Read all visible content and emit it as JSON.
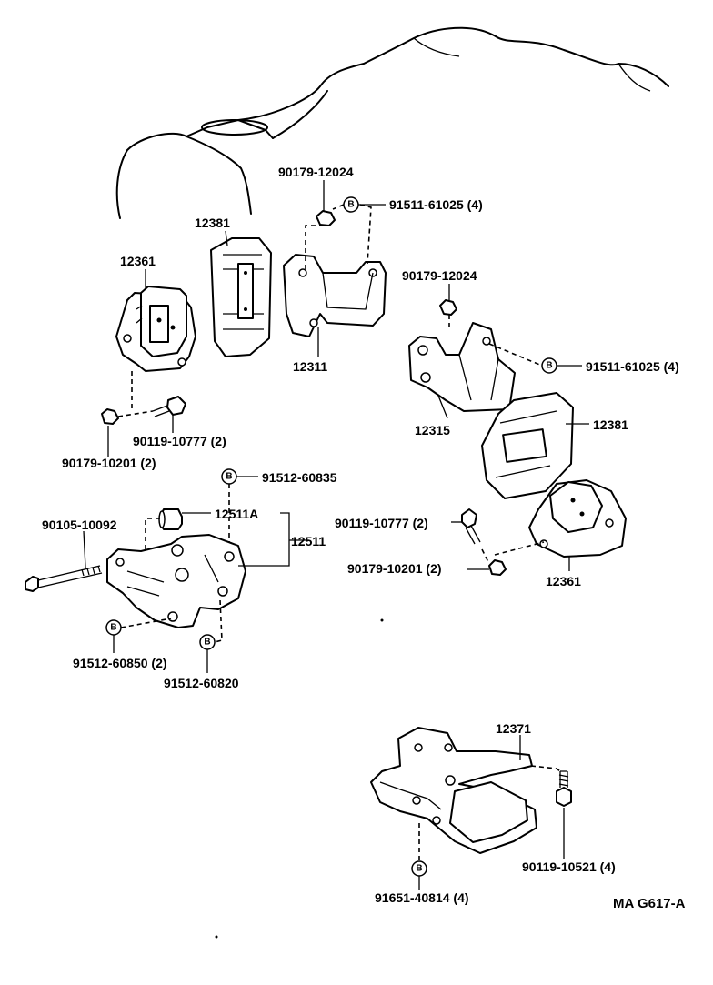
{
  "diagram": {
    "labels": {
      "p12361_left": "12361",
      "p12381_left": "12381",
      "p90179_12024_top": "90179-12024",
      "p91511_61025_top": "91511-61025 (4)",
      "p12311": "12311",
      "p90179_12024_mid": "90179-12024",
      "p91511_61025_right": "91511-61025 (4)",
      "p12315": "12315",
      "p12381_right": "12381",
      "p90119_10777_left": "90119-10777 (2)",
      "p90179_10201_left": "90179-10201 (2)",
      "p91512_60835": "91512-60835",
      "p12511A": "12511A",
      "p12511": "12511",
      "p90105_10092": "90105-10092",
      "p90119_10777_right": "90119-10777 (2)",
      "p90179_10201_right": "90179-10201 (2)",
      "p12361_right": "12361",
      "p91512_60850": "91512-60850 (2)",
      "p91512_60820": "91512-60820",
      "p12371": "12371",
      "p90119_10521": "90119-10521 (4)",
      "p91651_40814": "91651-40814 (4)"
    },
    "b_mark": "B",
    "figure_code": "MA G617-A"
  }
}
